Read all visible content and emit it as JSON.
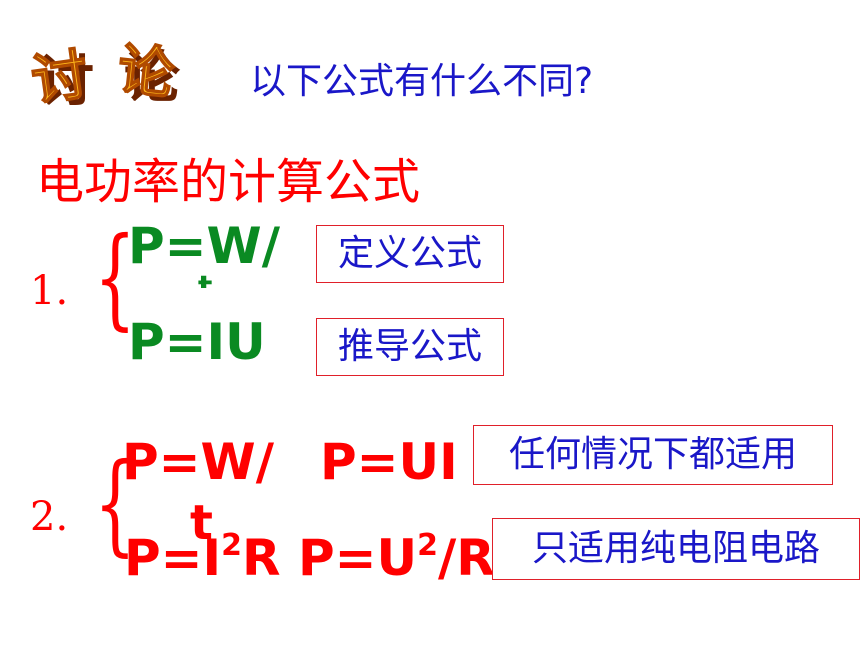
{
  "logo": {
    "text": "讨论"
  },
  "question": "以下公式有什么不同?",
  "heading": "电功率的计算公式",
  "group1": {
    "number": "1.",
    "formula_a": "P=W/",
    "formula_a_wrap": "t",
    "formula_b": "P=IU",
    "label_a": "定义公式",
    "label_b": "推导公式"
  },
  "group2": {
    "number": "2.",
    "formula_a": "P=W/",
    "formula_a_wrap": "t",
    "formula_b": "P=UI",
    "formula_c_base": "P=I",
    "formula_c_exp": "2",
    "formula_c_tail": "R",
    "formula_d_base": "P=U",
    "formula_d_exp": "2",
    "formula_d_tail": "/R",
    "label_a": "任何情况下都适用",
    "label_b": "只适用纯电阻电路"
  }
}
